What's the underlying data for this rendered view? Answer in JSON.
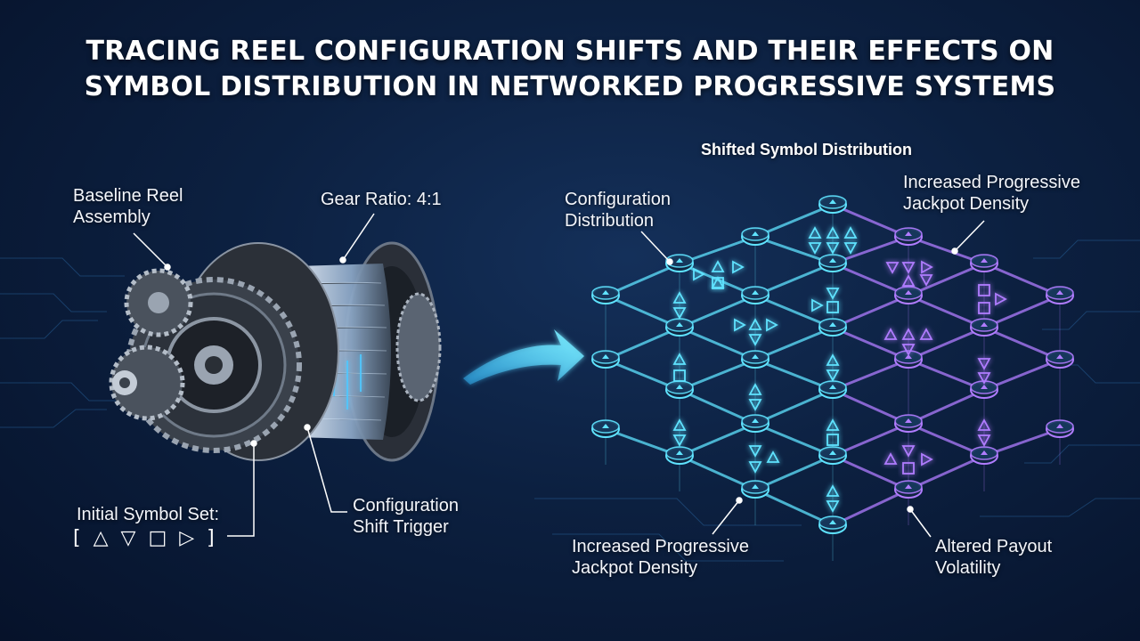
{
  "title": {
    "line1": "TRACING REEL CONFIGURATION SHIFTS AND THEIR EFFECTS ON",
    "line2": "SYMBOL DISTRIBUTION IN NETWORKED PROGRESSIVE SYSTEMS"
  },
  "left": {
    "baseline_line1": "Baseline Reel",
    "baseline_line2": "Assembly",
    "gear_ratio": "Gear Ratio: 4:1",
    "initial_set_label": "Initial Symbol Set:",
    "initial_set_symbols": [
      "[",
      "△",
      "▽",
      "□",
      "▷",
      "]"
    ],
    "trigger_line1": "Configuration",
    "trigger_line2": "Shift Trigger"
  },
  "right": {
    "heading": "Shifted Symbol Distribution",
    "config_line1": "Configuration",
    "config_line2": "Distribution",
    "jackpot_top_line1": "Increased Progressive",
    "jackpot_top_line2": "Jackpot Density",
    "jackpot_bottom_line1": "Increased Progressive",
    "jackpot_bottom_line2": "Jackpot Density",
    "volatility_line1": "Altered Payout",
    "volatility_line2": "Volatility"
  },
  "colors": {
    "cyan": "#5fe3ff",
    "purple": "#b07cff",
    "steel": "#9aa4b1"
  }
}
